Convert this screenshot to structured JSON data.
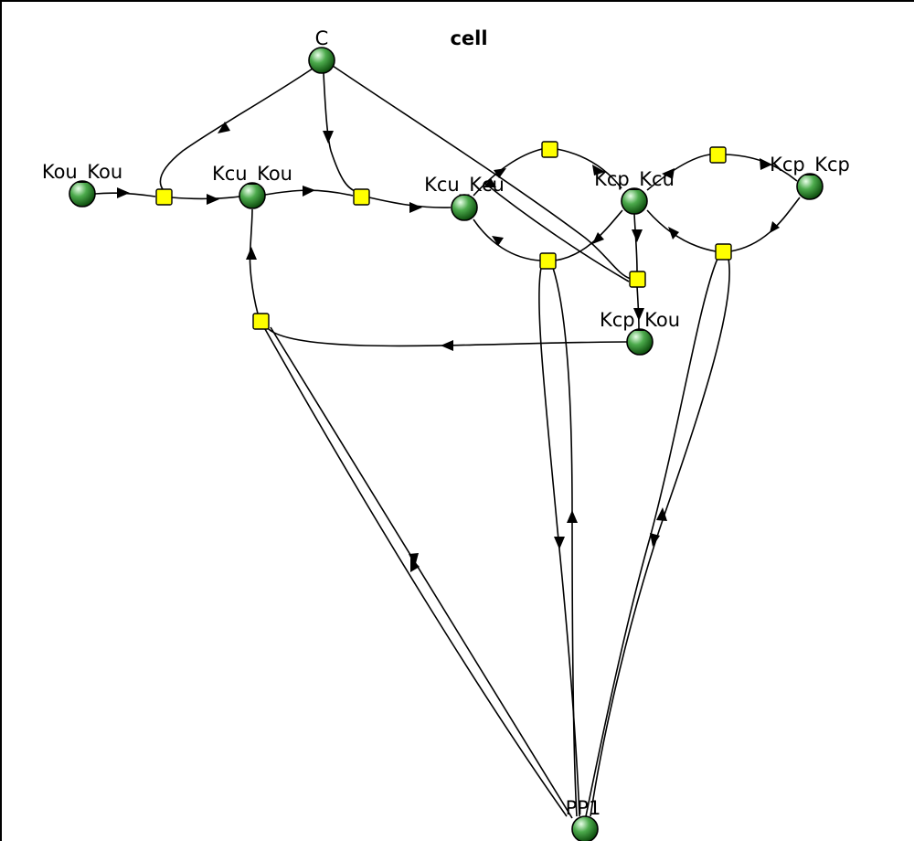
{
  "compartment": {
    "label": "cell"
  },
  "species": [
    {
      "id": "C",
      "label": "C"
    },
    {
      "id": "Kou_Kou",
      "label": "Kou_Kou"
    },
    {
      "id": "Kcu_Kou",
      "label": "Kcu_Kou"
    },
    {
      "id": "Kcu_Kcu",
      "label": "Kcu_Kcu"
    },
    {
      "id": "Kcp_Kcu",
      "label": "Kcp_Kcu"
    },
    {
      "id": "Kcp_Kcp",
      "label": "Kcp_Kcp"
    },
    {
      "id": "Kcp_Kou",
      "label": "Kcp_Kou"
    },
    {
      "id": "PP1",
      "label": "PP1"
    }
  ],
  "colors": {
    "species_fill": "#3a9a3a",
    "reaction_fill": "#ffff00",
    "edge": "#000000"
  }
}
